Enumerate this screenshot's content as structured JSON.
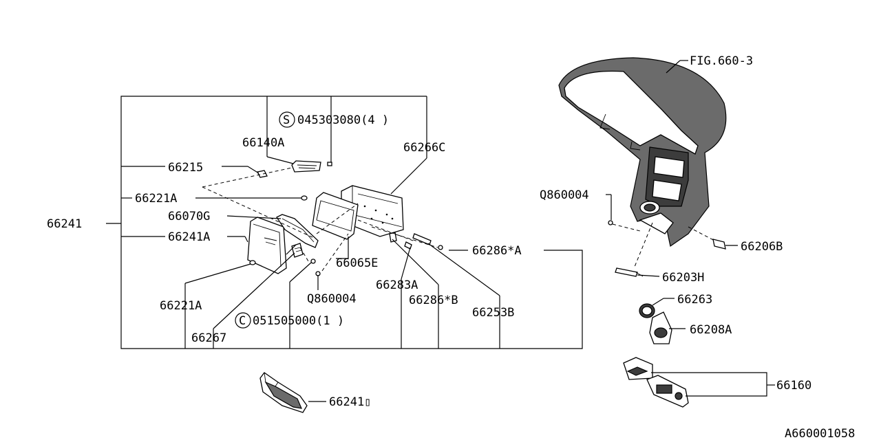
{
  "labels": {
    "fig_660_3": "FIG.660-3",
    "s_045303080": "045303080(4 )",
    "p_66140A": "66140A",
    "p_66266C": "66266C",
    "p_66215": "66215",
    "p_66221A_top": "66221A",
    "p_66241": "66241",
    "p_66070G": "66070G",
    "p_66241A": "66241A",
    "p_66065E": "66065E",
    "p_66286A": "66286*A",
    "p_66283A": "66283A",
    "p_q860004_left": "Q860004",
    "p_66286B": "66286*B",
    "p_66253B": "66253B",
    "p_66221A_bottom": "66221A",
    "c_051505000": "051505000(1 )",
    "p_66267": "66267",
    "p_66241D": "66241▯",
    "p_q860004_right": "Q860004",
    "p_66206B": "66206B",
    "p_66203H": "66203H",
    "p_66263": "66263",
    "p_66208A": "66208A",
    "p_66160": "66160",
    "ref_code": "A660001058"
  },
  "symbols": {
    "screw_symbol": "S",
    "clip_symbol": "C"
  }
}
